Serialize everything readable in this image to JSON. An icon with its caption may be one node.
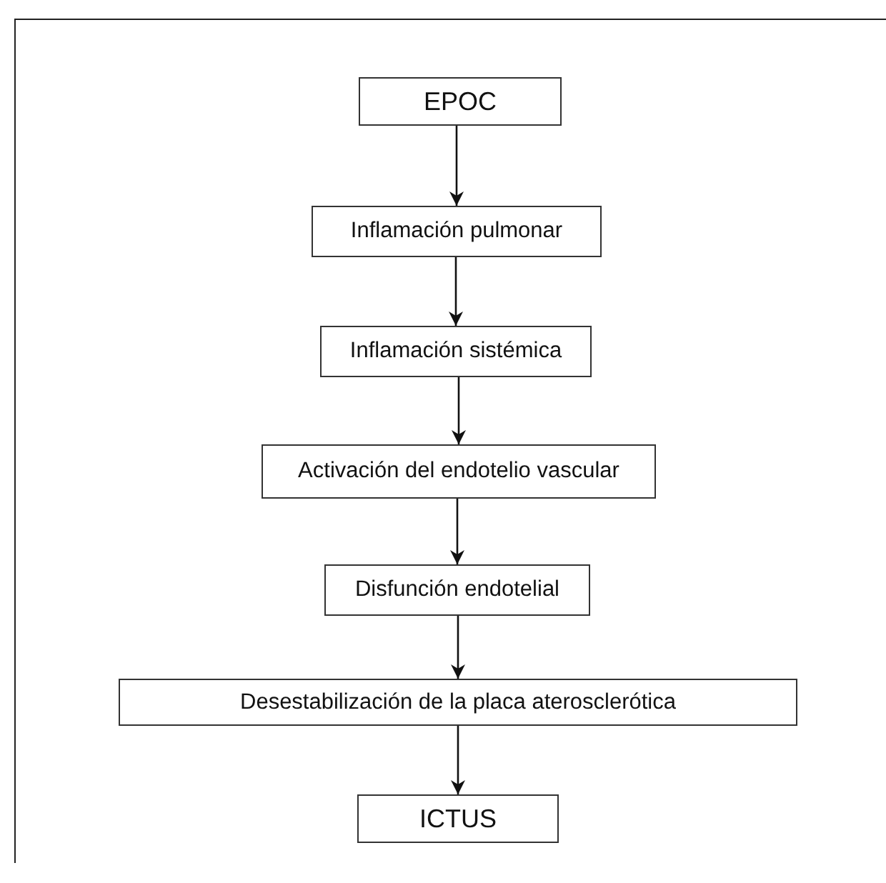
{
  "diagram": {
    "nodes": [
      {
        "text": [
          "EPOC"
        ]
      },
      {
        "text": [
          "Inflamación pulmonar"
        ]
      },
      {
        "text": [
          "Inflamación sistémica"
        ]
      },
      {
        "text": [
          "Activación del endotelio vascular"
        ]
      },
      {
        "text": [
          "Disfunción endotelial"
        ]
      },
      {
        "text": [
          "Desestabilización de la placa aterosclerótica"
        ]
      },
      {
        "text": [
          "ICTUS"
        ]
      }
    ],
    "edges": [
      {
        "from": 0,
        "to": 1,
        "arrow": "to"
      },
      {
        "from": 1,
        "to": 2,
        "arrow": "to"
      },
      {
        "from": 2,
        "to": 3,
        "arrow": "to"
      },
      {
        "from": 3,
        "to": 4,
        "arrow": "to"
      },
      {
        "from": 4,
        "to": 5,
        "arrow": "to"
      },
      {
        "from": 5,
        "to": 6,
        "arrow": "to"
      }
    ]
  }
}
